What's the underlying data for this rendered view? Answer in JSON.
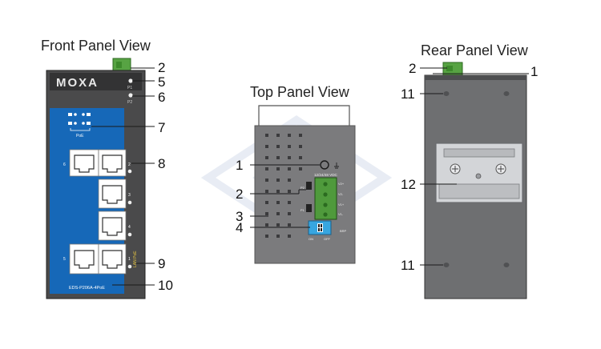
{
  "front_panel": {
    "title": "Front Panel View",
    "logo": "MOXA",
    "led_top_labels": [
      "P1",
      "P2"
    ],
    "led_group_label": "PoE",
    "port_numbers": [
      "6",
      "2",
      "3",
      "4",
      "5",
      "1"
    ],
    "model_label": "EDS-P206A-4PoE",
    "vertical_label": "LAN PoE",
    "callouts": [
      "2",
      "5",
      "6",
      "7",
      "8",
      "9",
      "10"
    ]
  },
  "top_panel": {
    "title": "Top Panel View",
    "terminal_label": "12/24/48 VDC",
    "terminal_pins": [
      "V2+",
      "V2-",
      "V1+",
      "V1-"
    ],
    "side_marks": [
      "P2",
      "P1"
    ],
    "dip_label": "BRP",
    "dip_states": [
      "ON",
      "OFF"
    ],
    "callouts": [
      "1",
      "2",
      "3",
      "4"
    ]
  },
  "rear_panel": {
    "title": "Rear Panel View",
    "callouts": [
      "2",
      "1",
      "11",
      "12",
      "11"
    ]
  },
  "colors": {
    "line": "#1a1a1a",
    "housing_dark": "#3f3f3f",
    "housing_mid": "#6f6f70",
    "blue_panel": "#1668b8",
    "connector_green": "#57a343",
    "metal_gray": "#8c8f94"
  }
}
